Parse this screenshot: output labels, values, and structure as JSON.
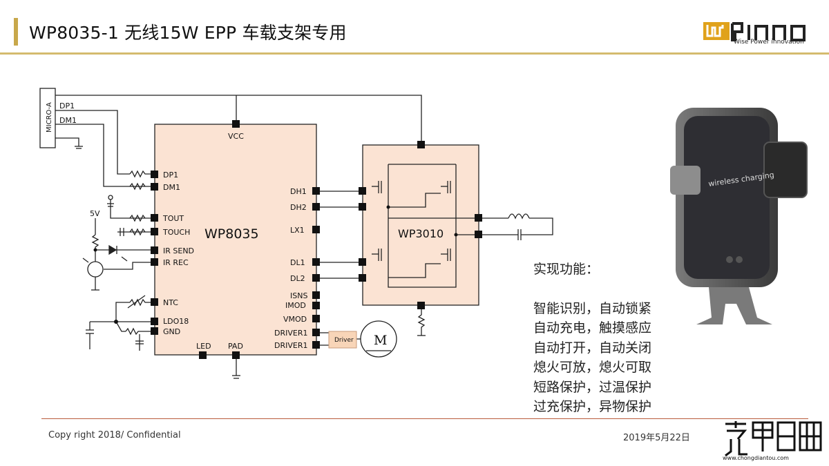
{
  "slide": {
    "title": "WP8035-1 无线15W EPP 车载支架专用",
    "logo_tagline": "Wise Power innovation",
    "copyright": "Copy right 2018/ Confidential",
    "date": "2019年5月22日"
  },
  "diagram": {
    "connector": {
      "name": "MICRO-A",
      "pins": [
        "DP1",
        "DM1"
      ]
    },
    "main_ic": {
      "name": "WP8035",
      "top_pin": "VCC",
      "left_pins": [
        "DP1",
        "DM1",
        "TOUT",
        "TOUCH",
        "IR SEND",
        "IR REC",
        "NTC",
        "LDO18",
        "GND"
      ],
      "right_pins": [
        "DH1",
        "DH2",
        "LX1",
        "DL1",
        "DL2",
        "ISNS",
        "IMOD",
        "VMOD",
        "DRIVER1",
        "DRIVER1"
      ],
      "bottom_pins": [
        "LED",
        "PAD"
      ]
    },
    "bridge_ic": {
      "name": "WP3010"
    },
    "driver_label": "Driver",
    "motor_label": "M",
    "supply_label": "5V"
  },
  "product": {
    "label": "wireless charging"
  },
  "features": {
    "title": "实现功能：",
    "lines": [
      "智能识别，自动锁紧",
      "自动充电，触摸感应",
      "自动打开，自动关闭",
      "熄火可放，熄火可取",
      "短路保护，过温保护",
      "过充保护，异物保护"
    ]
  },
  "colors": {
    "accent": "#c8a84b",
    "ic_fill": "#fbe3d3",
    "footer_rule": "#b85a3a"
  },
  "watermark": {
    "brand": "充电头网",
    "url": "www.chongdiantou.com"
  }
}
